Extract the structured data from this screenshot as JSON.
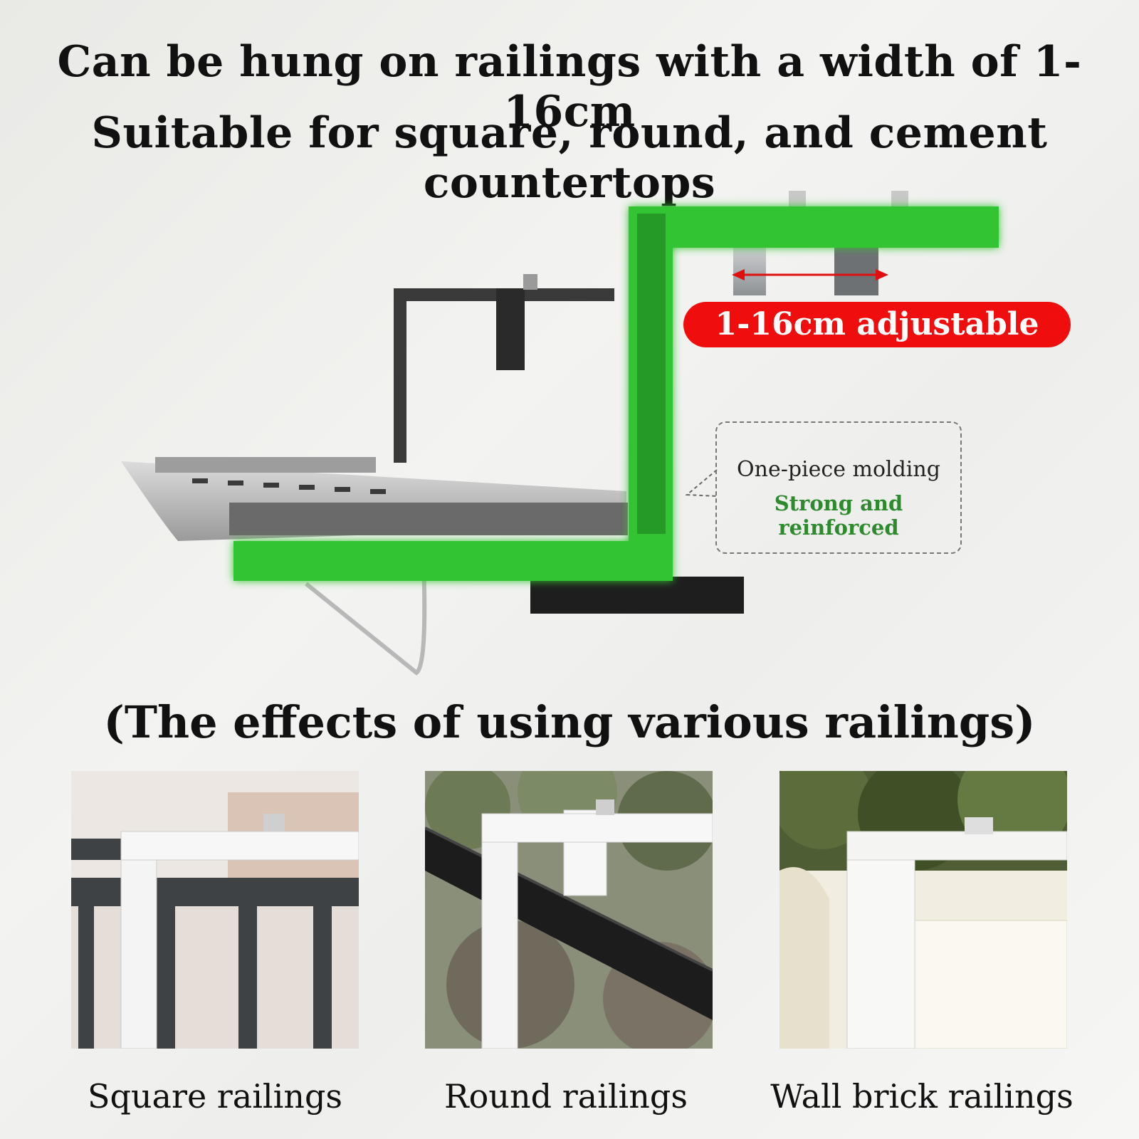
{
  "headline": {
    "line1": "Can be hung on railings with a width of 1-16cm",
    "line2": "Suitable for square, round, and cement countertops"
  },
  "badge": {
    "adjustable": "1-16cm adjustable"
  },
  "callout": {
    "line1": "One-piece molding",
    "line2": "Strong and reinforced"
  },
  "section": {
    "subtitle": "(The effects of using various railings)"
  },
  "examples": [
    {
      "caption": "Square railings"
    },
    {
      "caption": "Round railings"
    },
    {
      "caption": "Wall brick railings"
    }
  ],
  "colors": {
    "highlight_green": "#31c431",
    "badge_red": "#ef0d0d",
    "callout_green_text": "#2f8a2f",
    "bracket_dark": "#2b2b2b"
  }
}
